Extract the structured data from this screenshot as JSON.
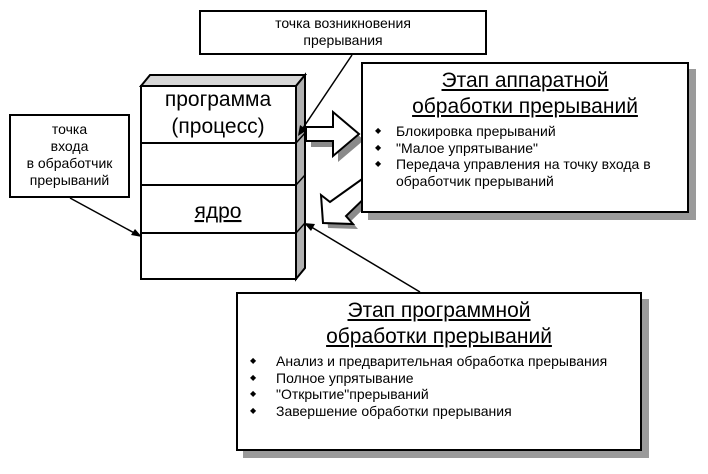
{
  "callouts": {
    "interrupt_point": [
      "точка возникновения",
      "прерывания"
    ],
    "handler_entry": [
      "точка",
      "входа",
      "в обработчик",
      "прерываний"
    ]
  },
  "stack": {
    "program_label": [
      "программа",
      "(процесс)"
    ],
    "kernel_label": "ядро"
  },
  "hardware_stage": {
    "title": [
      "Этап аппаратной",
      "обработки прерываний"
    ],
    "items": [
      "Блокировка прерываний",
      "\"Малое упрятывание\"",
      "Передача управления на точку входа в обработчик прерываний"
    ]
  },
  "software_stage": {
    "title": [
      "Этап программной",
      "обработки прерываний"
    ],
    "items": [
      "Анализ и предварительная обработка прерывания",
      "Полное упрятывание",
      "\"Открытие\"прерываний",
      "Завершение обработки прерывания"
    ]
  }
}
